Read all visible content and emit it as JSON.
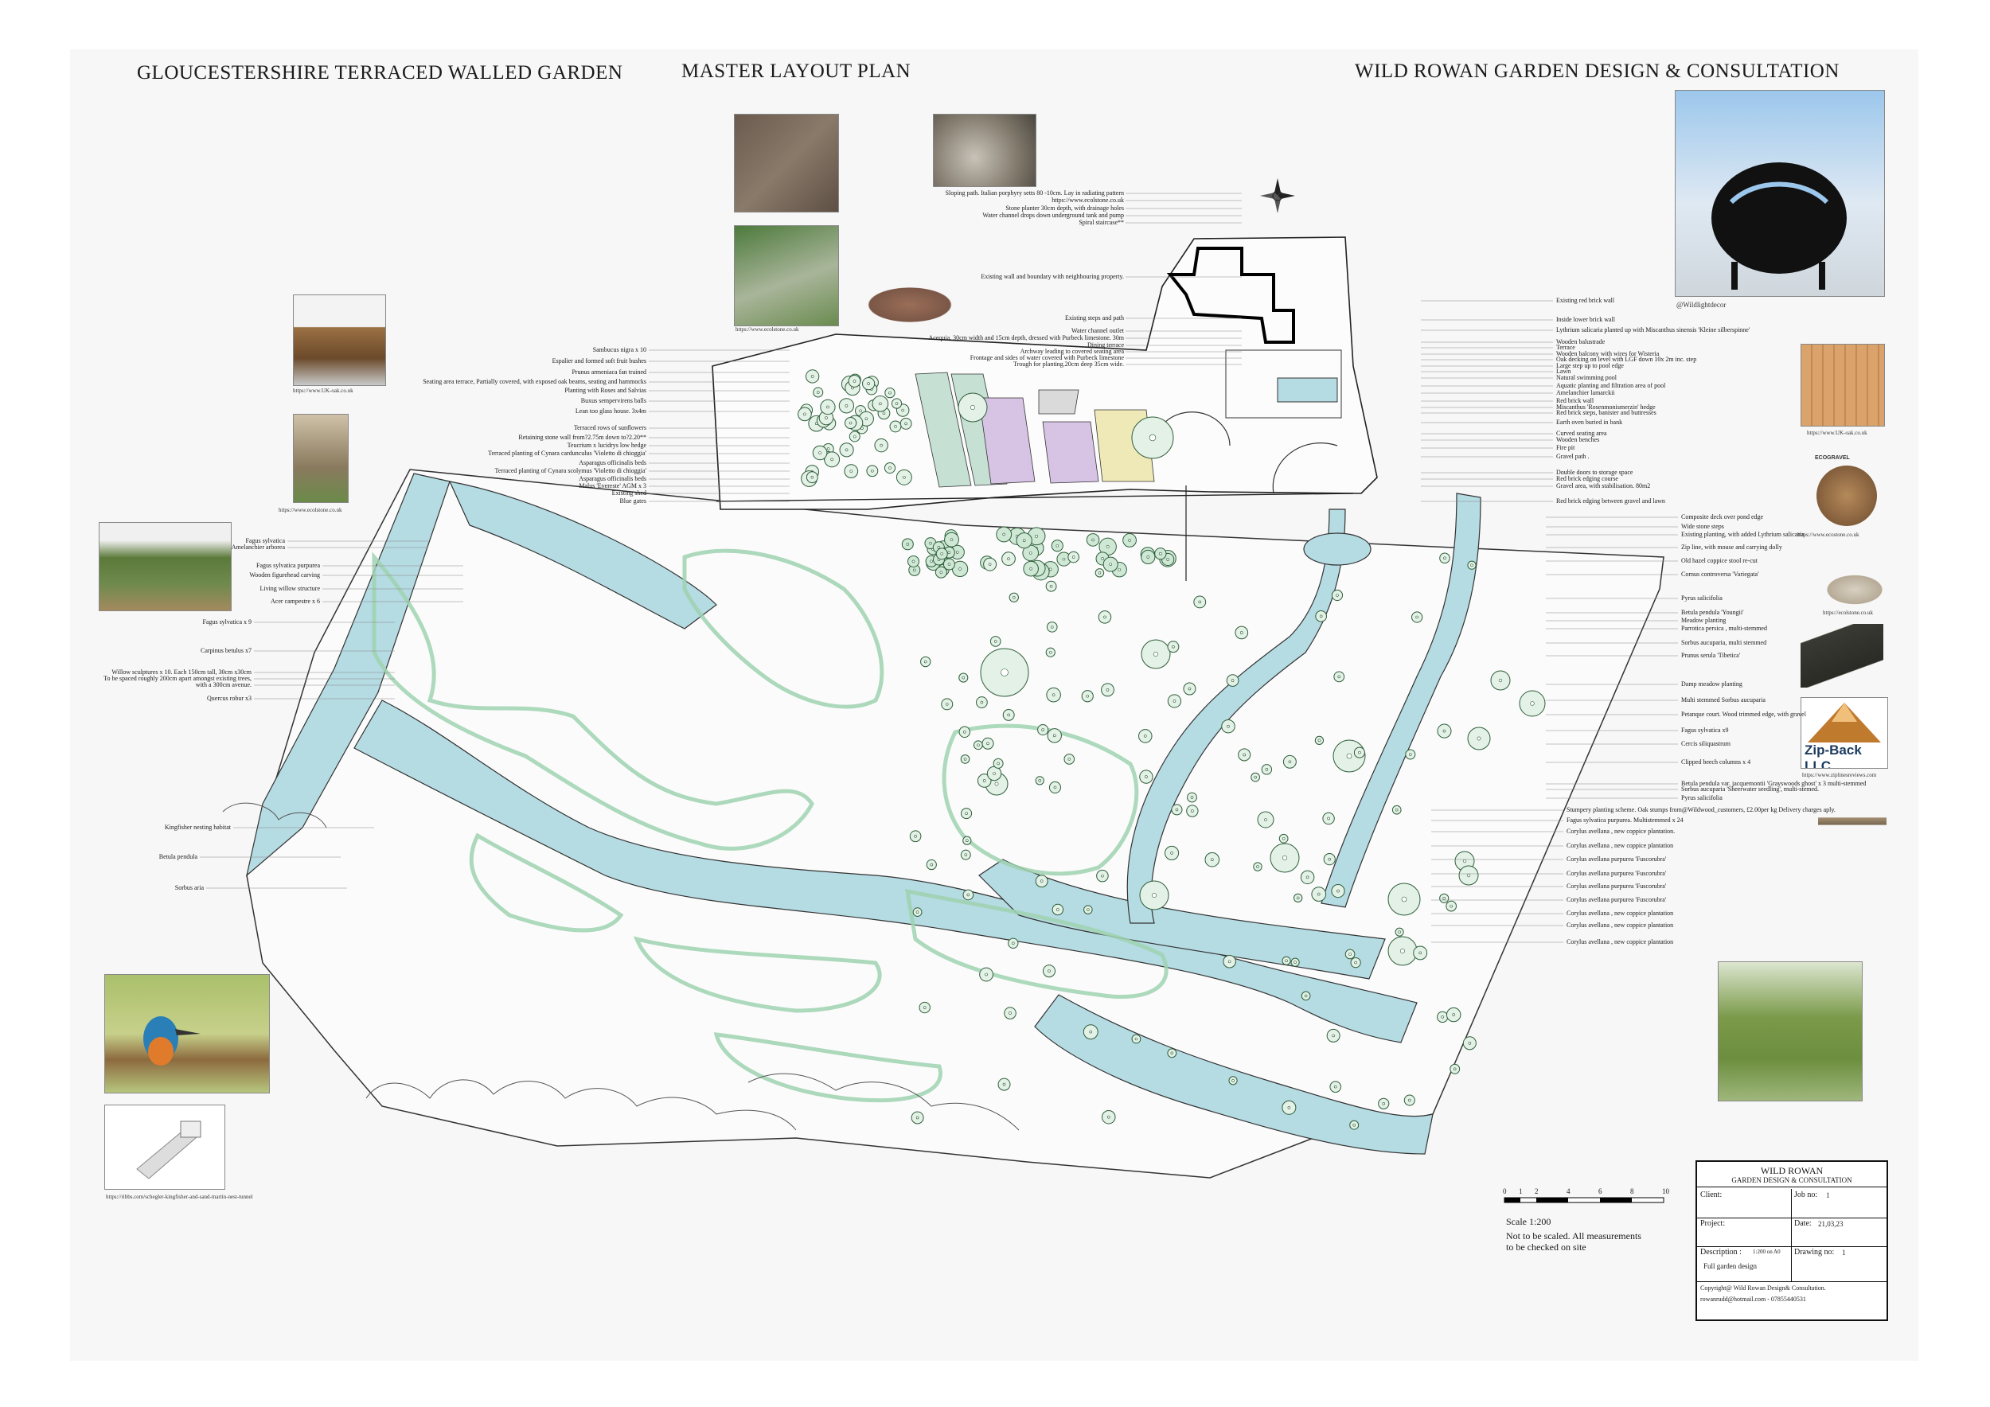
{
  "header": {
    "left_title": "GLOUCESTERSHIRE TERRACED WALLED GARDEN",
    "center_title": "MASTER LAYOUT PLAN",
    "right_title": "WILD ROWAN GARDEN DESIGN & CONSULTATION"
  },
  "photo_urls": {
    "uk_oak": "https://www.UK-oak.co.uk",
    "ecolstone": "https://www.ecolstone.co.uk",
    "ecolstone2": "https://www.ecolstone.co.uk",
    "wildlight": "@Wildlightdecor",
    "uk_oak_right": "https://www.UK-oak.co.uk",
    "ecogravel_label": "ECOGRAVEL",
    "ecostone_right": "https://www.ecostone.co.uk",
    "ecolstone_right2": "https://ecolstone.co.uk",
    "zipback": "https://www.ziplinesreviews.com",
    "kingfisher_tunnel": "https://ribbs.com/schegler-kingfisher-and-sand-martin-nest-tunnel",
    "zipback_logo": "Zip-Back LLC"
  },
  "top_labels": [
    "Sloping path. Italian porphyry setts 80 -10cm. Lay in radiating pattern",
    "https://www.ecolstone.co.uk",
    "Stone planter 30cm depth, with drainage holes",
    "Water channel drops down underground tank and pump",
    "Spiral staircase**",
    "Existing wall and boundary with neighbouring property.",
    "Existing steps and path",
    "Water channel outlet",
    "Acequia, 30cm width and 15cm depth, dressed with Purbeck limestone. 30m",
    "Dining terrace",
    "Archway leading to covered seating area",
    "Frontage and sides of water covered with Purbeck limestone",
    "Trough for planting.20cm deep 35cm wide."
  ],
  "left_labels": [
    "Sambucus nigra x 10",
    "Espalier and formed soft fruit bushes",
    "Prunus armeniaca fan trained",
    "Seating area terrace, Partially covered, with exposed oak beams, seating and hammocks",
    "Planting with Roses and Salvias",
    "Buxus sempervirens balls",
    "Lean too glass house. 3x4m",
    "Terraced rows of sunflowers",
    "Retaining stone wall from?2.75m down to?2.20**",
    "Teucrium x lucidrys low hedge",
    "Terraced planting of Cynara cardunculus 'Violetto di chioggia'",
    "Asparagus officinalis beds",
    "Terraced planting of Cynara scolymus 'Violetto di chioggia'",
    "Asparagus officinalis beds",
    "Malus 'Evereste' AGM x 3",
    "Existing shed",
    "Blue gates",
    "Fagus sylvatica",
    "Amelanchier arborea",
    "Fagus sylvatica purpurea",
    "Wooden figurehead carving",
    "Living willow structure",
    "Acer campestre x 6",
    "Fagus sylvatica x 9",
    "Carpinus betulus x7",
    "Willow sculptures x 10. Each 150cm tall, 30cm x30cm",
    "To be spaced roughly 200cm apart amongst existing trees,",
    "with a 300cm avenue.",
    "Quercus robur x3",
    "Kingfisher nesting habitat",
    "Betula pendula",
    "Sorbus aria"
  ],
  "right_labels": [
    "Existing red brick wall",
    "Inside lower brick wall",
    "Lythrium salicaria planted up with Miscanthus sinensis 'Kleine silberspinne'",
    "Wooden balustrade",
    "Terrace",
    "Wooden balcony with wires for Wisteria",
    "Oak decking on level with LGF down 10x 2m inc. step",
    "Large step up to pool edge",
    "Lawn",
    "Natural swimming pool",
    "Aquatic planting and filtration area of pool",
    "Amelanchier lamarckii",
    "Red brick wall",
    "Miscanthus 'Rosenmonismerzin' hedge",
    "Red brick steps, banister and buttresses",
    "Earth oven buried in bank",
    "Curved seating area",
    "Wooden benches",
    "Fire pit",
    "Gravel path .",
    "Double doors to storage space",
    "Red brick edging course",
    "Gravel area, with stabilisation. 80m2",
    "Red brick edging between gravel and lawn",
    "Composite deck over pond edge",
    "Wide stone steps",
    "Existing planting, with added Lythrium salicaria",
    "Zip line, with mouse and carrying dolly",
    "Old hazel coppice stool re-cut",
    "Cornus controversa 'Variegata'",
    "Pyrus salicifolia",
    "Betula pendula 'Youngii'",
    "Meadow planting",
    "Parrotica persica , multi-stemmed",
    "Sorbus aucuparia, multi stemmed",
    "Prunus serula 'Tibetica'",
    "Damp meadow planting",
    "Multi stemmed Sorbus aucuparia",
    "Petanque court. Wood trimmed edge, with gravel",
    "Fagus sylvatica x9",
    "Cercis siliquastrum",
    "Clipped beech columns x 4",
    "Betula pendula var. jacquemontii 'Grayswoods ghost' x 3 multi-stemmed",
    "Sorbus aucuparia 'Sheerwater seedling', multi-stemed.",
    "Pyrus salicifolia",
    "Stumpery planting scheme. Oak stumps from@Wildwood_customers, £2.00per kg Delivery charges aply.",
    "Fagus sylvatica purpurea. Multistemmed x 24",
    "Corylus avellana , new coppice plantation.",
    "Corylus avellana , new coppice plantation",
    "Corylus avellana purpurea 'Fuscorubra'",
    "Corylus avellana purpurea 'Fuscorubra'",
    "Corylus avellana purpurea 'Fuscorubra'",
    "Corylus avellana purpurea 'Fuscorubra'",
    "Corylus avellana , new coppice plantation",
    "Corylus avellana , new coppice plantation",
    "Corylus avellana , new coppice plantation"
  ],
  "scale": {
    "ticks": [
      "0",
      "1",
      "2",
      "4",
      "6",
      "8",
      "10"
    ],
    "scale_text": "Scale 1:200",
    "note_line1": "Not to be scaled. All measurements",
    "note_line2": "to be checked on site"
  },
  "title_block": {
    "company": "WILD ROWAN",
    "subtitle": "GARDEN DESIGN & CONSULTATION",
    "client_label": "Client:",
    "job_label": "Job no:",
    "job_value": "1",
    "project_label": "Project:",
    "date_label": "Date:",
    "date_value": "21,03,23",
    "description_label": "Description :",
    "description_value": "1:200 on A0",
    "description_extra": "Full garden design",
    "drawing_label": "Drawing no:",
    "drawing_value": "1",
    "copyright": "Copyright@ Wild Rowan Design& Consultation.",
    "contact": "rowanrudd@hotmail.com - 07855440531"
  },
  "colors": {
    "water": "#b5dbe3",
    "planting_outline": "#9fd2b0",
    "lavender": "#c8a6d8",
    "yellow_plant": "#e6df8e",
    "tree_green": "#7bbf8e"
  }
}
